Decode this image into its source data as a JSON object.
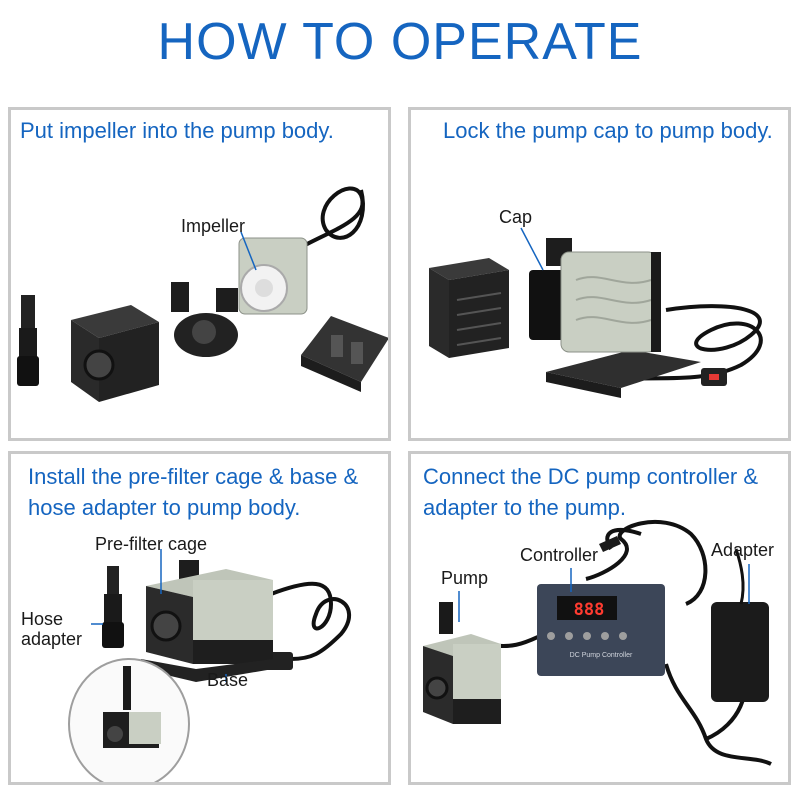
{
  "title": "HOW TO OPERATE",
  "panels": [
    {
      "instruction": "Put impeller into the pump body.",
      "labels": {
        "impeller": "Impeller"
      }
    },
    {
      "instruction": "Lock the pump cap to pump body.",
      "labels": {
        "cap": "Cap"
      }
    },
    {
      "instruction": "Install the pre-filter cage & base & hose adapter to pump body.",
      "labels": {
        "prefilter": "Pre-filter cage",
        "hose": "Hose adapter",
        "base": "Base"
      }
    },
    {
      "instruction": "Connect the DC pump controller & adapter to the pump.",
      "labels": {
        "pump": "Pump",
        "controller": "Controller",
        "adapter": "Adapter"
      },
      "display": "888",
      "controller_caption": "DC Pump Controller"
    }
  ],
  "colors": {
    "accent": "#1565c0",
    "panel_border": "#c9c9c9",
    "pump_black": "#1e1e1e",
    "pump_grey": "#c9cfc3"
  }
}
